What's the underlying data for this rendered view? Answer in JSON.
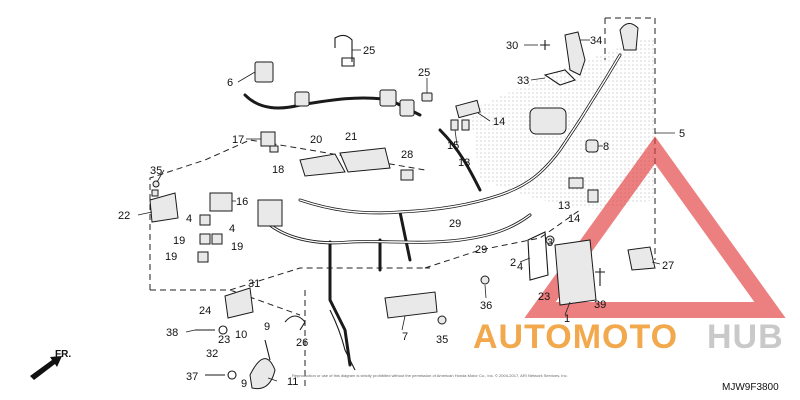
{
  "diagram": {
    "code": "MJW9F3800",
    "direction": "FR.",
    "copyright": "Reproduction or use of this diagram is strictly prohibited without the permission of American Honda Motor Co., Inc. © 2004-2017, ARI Network Services, Inc.",
    "watermark": {
      "brand_a": "AUTOMOTO",
      "brand_b": "HUB"
    },
    "callouts": {
      "c1": "1",
      "c2": "2",
      "c3": "3",
      "c4a": "4",
      "c4b": "4",
      "c4c": "4",
      "c5": "5",
      "c6": "6",
      "c7": "7",
      "c8": "8",
      "c9a": "9",
      "c9b": "9",
      "c10": "10",
      "c11": "11",
      "c13a": "13",
      "c13b": "13",
      "c14a": "14",
      "c14b": "14",
      "c15": "15",
      "c16": "16",
      "c17": "17",
      "c18": "18",
      "c19a": "19",
      "c19b": "19",
      "c19c": "19",
      "c20": "20",
      "c21": "21",
      "c22": "22",
      "c23a": "23",
      "c23b": "23",
      "c24": "24",
      "c25a": "25",
      "c25b": "25",
      "c26": "26",
      "c27": "27",
      "c28": "28",
      "c29a": "29",
      "c29b": "29",
      "c30": "30",
      "c31": "31",
      "c32": "32",
      "c33": "33",
      "c34": "34",
      "c35a": "35",
      "c35b": "35",
      "c36": "36",
      "c37": "37",
      "c38": "38",
      "c39": "39"
    }
  }
}
